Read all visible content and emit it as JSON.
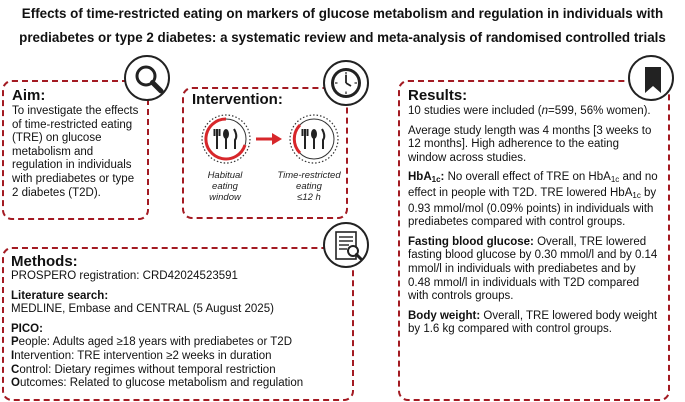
{
  "title": {
    "line1": "Effects of time-restricted eating on markers of glucose metabolism and regulation in individuals with",
    "line2": "prediabetes or type 2 diabetes: a systematic review and meta-analysis of randomised controlled trials"
  },
  "aim": {
    "heading": "Aim:",
    "text": "To investigate the effects of time-restricted eating (TRE) on glucose metabolism and regulation in individuals with prediabetes or type 2 diabetes (T2D).",
    "icon": "magnifier-icon"
  },
  "intervention": {
    "heading": "Intervention:",
    "icon": "clock-icon",
    "left_label": [
      "Habitual",
      "eating",
      "window"
    ],
    "right_label": [
      "Time-restricted",
      "eating",
      "≤12 h"
    ],
    "accent_color": "#d7272b"
  },
  "methods": {
    "heading": "Methods:",
    "icon": "document-search-icon",
    "prospero": "PROSPERO registration: CRD42024523591",
    "lit_heading": "Literature search:",
    "lit_text": "MEDLINE, Embase and CENTRAL (5 August 2025)",
    "pico_heading": "PICO:",
    "pico": [
      {
        "letter": "P",
        "rest": "eople: Adults aged ≥18 years with prediabetes or T2D"
      },
      {
        "letter": "I",
        "rest": "ntervention: TRE intervention ≥2 weeks in duration"
      },
      {
        "letter": "C",
        "rest": "ontrol: Dietary regimes without temporal restriction"
      },
      {
        "letter": "O",
        "rest": "utcomes: Related to glucose metabolism and regulation"
      }
    ]
  },
  "results": {
    "heading": "Results:",
    "icon": "bookmark-icon",
    "p1_pre": "10 studies were included (",
    "p1_n": "n",
    "p1_post": "=599, 56% women).",
    "p2": "Average study length was 4 months [3 weeks to 12 months]. High adherence to the eating window across studies.",
    "hba1c_label": "HbA",
    "hba1c_sub": "1c",
    "hba1c_colon": ":",
    "hba1c_t1": " No overall effect of TRE on HbA",
    "hba1c_t2": " and no effect in people with T2D. TRE lowered HbA",
    "hba1c_t3": " by 0.93 mmol/mol (0.09% points) in individuals with prediabetes compared with control groups.",
    "fbg_label": "Fasting blood glucose:",
    "fbg_text": " Overall, TRE lowered fasting blood glucose by 0.30 mmol/l and by 0.14 mmol/l in individuals with prediabetes and by 0.48 mmol/l in individuals with T2D compared with controls groups.",
    "bw_label": "Body weight:",
    "bw_text": " Overall, TRE lowered body weight by 1.6 kg compared with control groups."
  },
  "colors": {
    "border": "#a31a22",
    "accent": "#d7272b"
  }
}
